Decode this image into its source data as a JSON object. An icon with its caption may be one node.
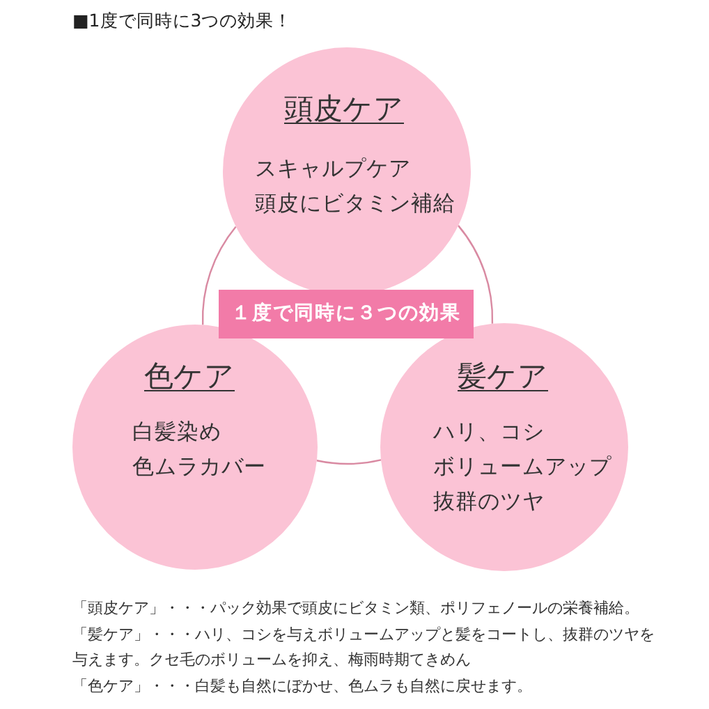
{
  "diagram": {
    "title": "■1度で同時に3つの効果！",
    "nodes": [
      {
        "text": [
          "頭皮ケア",
          "スキャルプケア",
          "頭皮にビタミン補給"
        ]
      },
      {
        "text": [
          "１度で同時に３つの効果"
        ]
      },
      {
        "text": [
          "色ケア",
          "白髪染め",
          "色ムラカバー"
        ]
      },
      {
        "text": [
          "髪ケア",
          "ハリ、コシ",
          "ボリュームアップ",
          "抜群のツヤ"
        ]
      }
    ],
    "edges": [
      {
        "from": 0,
        "to": 2,
        "arrow": "none"
      },
      {
        "from": 2,
        "to": 3,
        "arrow": "none"
      },
      {
        "from": 3,
        "to": 0,
        "arrow": "none"
      }
    ],
    "labels": [
      "「頭皮ケア」・・・パック効果で頭皮にビタミン類、ポリフェノールの栄養補給。",
      "「髪ケア」・・・ハリ、コシを与えボリュームアップと髪をコートし、抜群のツヤを与えます。クセ毛のボリュームを抑え、梅雨時期てきめん",
      "「色ケア」・・・白髪も自然にぼかせ、色ムラも自然に戻せます。"
    ]
  }
}
